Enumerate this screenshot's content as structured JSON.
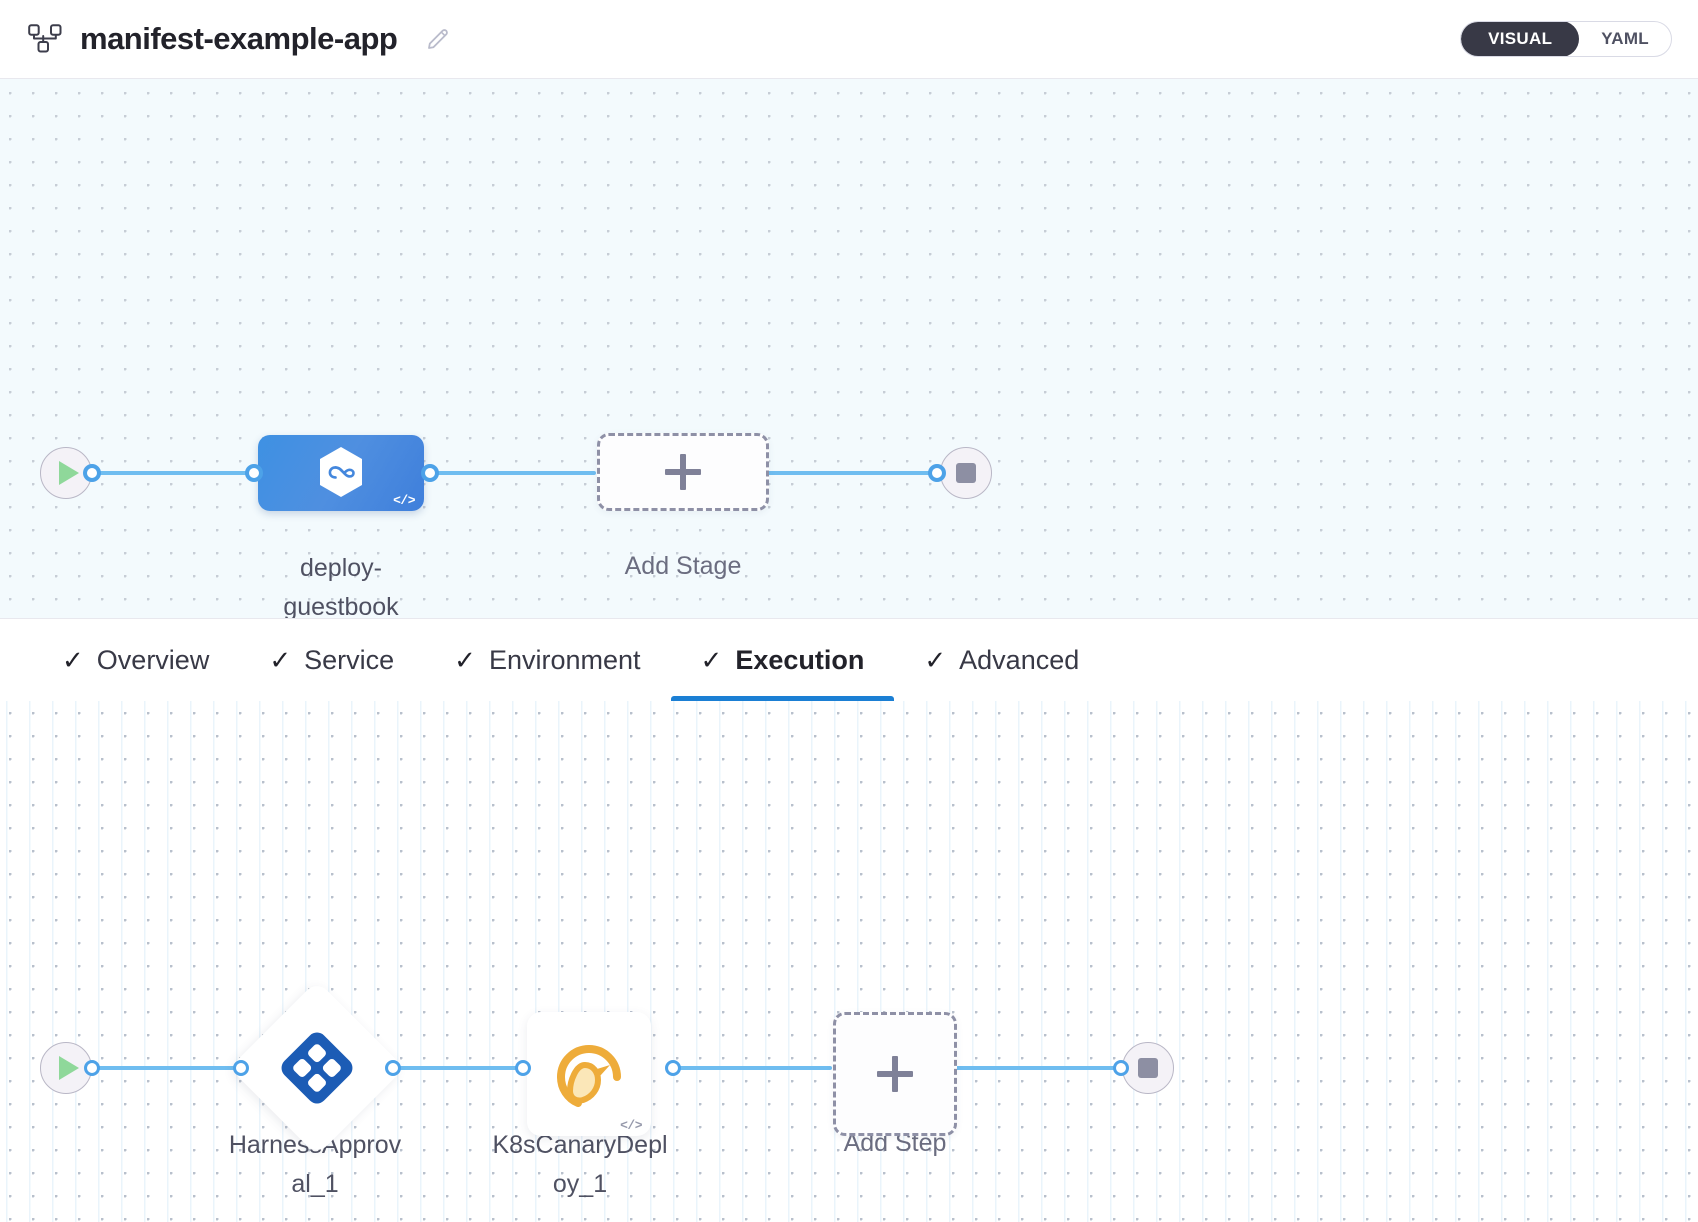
{
  "header": {
    "pipeline_icon": "pipeline-nodes-icon",
    "title": "manifest-example-app",
    "edit_icon": "pencil-edit-icon",
    "view_toggle": {
      "options": [
        "VISUAL",
        "YAML"
      ],
      "selected": "VISUAL",
      "visual_label": "VISUAL",
      "yaml_label": "YAML",
      "active_bg": "#383946",
      "inactive_text": "#4f5162"
    }
  },
  "stage_canvas": {
    "background": "#f3fafd",
    "start_node": {
      "icon": "play-icon",
      "color": "#8fd89a"
    },
    "end_node": {
      "icon": "stop-square-icon",
      "color": "#8d8fa3"
    },
    "stage": {
      "label": "deploy-\nguestbook",
      "icon": "harness-cd-hexagon-icon",
      "code_badge": "</>",
      "accent": "#4487dd"
    },
    "add_stage": {
      "label": "Add Stage",
      "icon": "plus-icon"
    }
  },
  "tabs": [
    {
      "label": "Overview",
      "check": "✓",
      "active": false
    },
    {
      "label": "Service",
      "check": "✓",
      "active": false
    },
    {
      "label": "Environment",
      "check": "✓",
      "active": false
    },
    {
      "label": "Execution",
      "check": "✓",
      "active": true
    },
    {
      "label": "Advanced",
      "check": "✓",
      "active": false
    }
  ],
  "tab_accent": "#1b7fd4",
  "execution_canvas": {
    "background": "#ffffff",
    "start_node": {
      "icon": "play-icon",
      "color": "#8fd89a"
    },
    "end_node": {
      "icon": "stop-square-icon",
      "color": "#8d8fa3"
    },
    "steps": [
      {
        "name": "HarnessApproval_1",
        "label": "HarnessApprov\nal_1",
        "shape": "diamond",
        "icon": "harness-approval-diamond-icon",
        "accent": "#1c5cb5"
      },
      {
        "name": "K8sCanaryDeploy_1",
        "label": "K8sCanaryDepl\noy_1",
        "shape": "square",
        "icon": "canary-bird-icon",
        "code_badge": "</>",
        "accent": "#eeac3a"
      }
    ],
    "add_step": {
      "label": "Add Step",
      "icon": "plus-icon"
    }
  }
}
